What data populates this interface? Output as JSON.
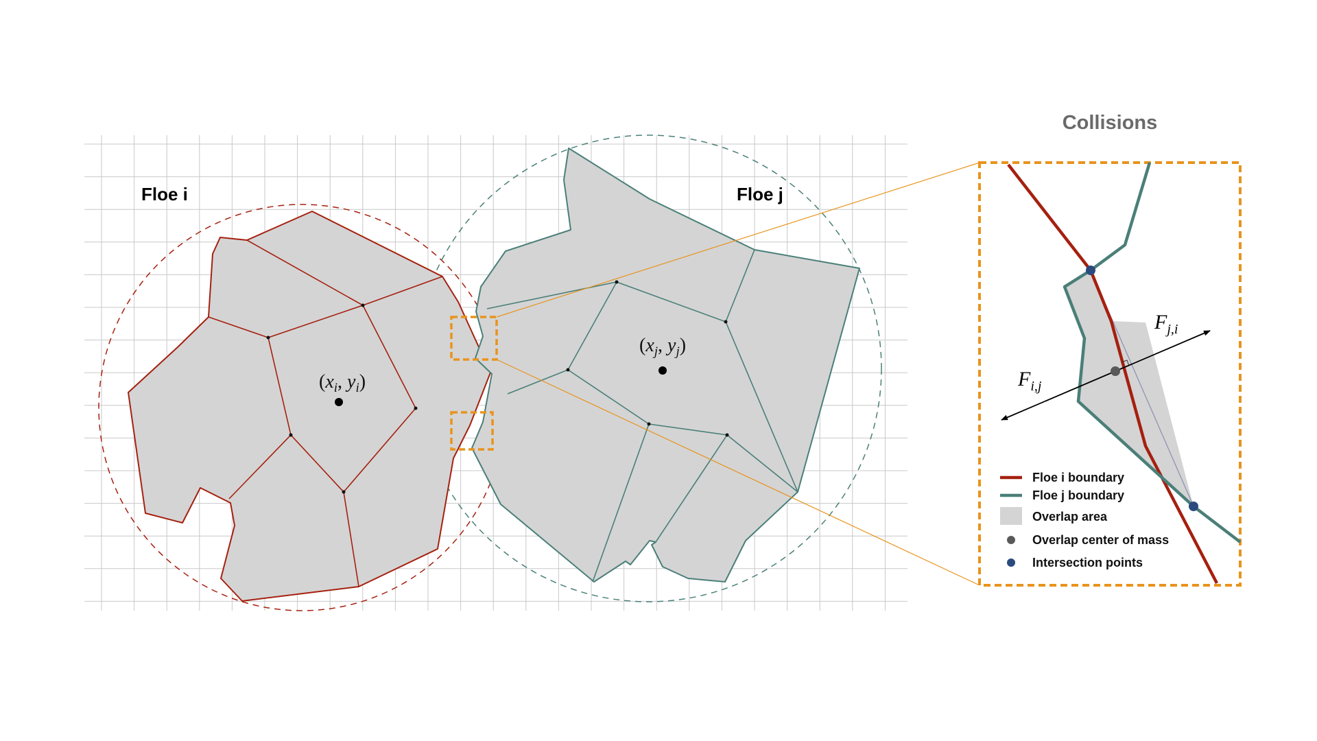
{
  "title": "Collisions",
  "floe_i": {
    "label": "Floe i",
    "centroid_x": "x",
    "centroid_y": "y",
    "sub": "i"
  },
  "floe_j": {
    "label": "Floe j",
    "centroid_x": "x",
    "centroid_y": "y",
    "sub": "j"
  },
  "forces": {
    "f_ij": {
      "symbol": "F",
      "sub": "i,j"
    },
    "f_ji": {
      "symbol": "F",
      "sub": "j,i"
    }
  },
  "legend": [
    {
      "label": "Floe i boundary",
      "kind": "line",
      "color": "#a5200f"
    },
    {
      "label": "Floe j boundary",
      "kind": "line",
      "color": "#4a7f78"
    },
    {
      "label": "Overlap area",
      "kind": "box",
      "color": "#d4d4d4"
    },
    {
      "label": "Overlap center of mass",
      "kind": "dot",
      "color": "#595959"
    },
    {
      "label": "Intersection points",
      "kind": "dot",
      "color": "#2b4a7e"
    }
  ],
  "colors": {
    "floe_i": "#a5200f",
    "floe_j": "#4a7f78",
    "fill": "#d4d4d4",
    "grid": "#c8c8c8",
    "highlight": "#e8931d",
    "title": "#6a6a6a"
  }
}
